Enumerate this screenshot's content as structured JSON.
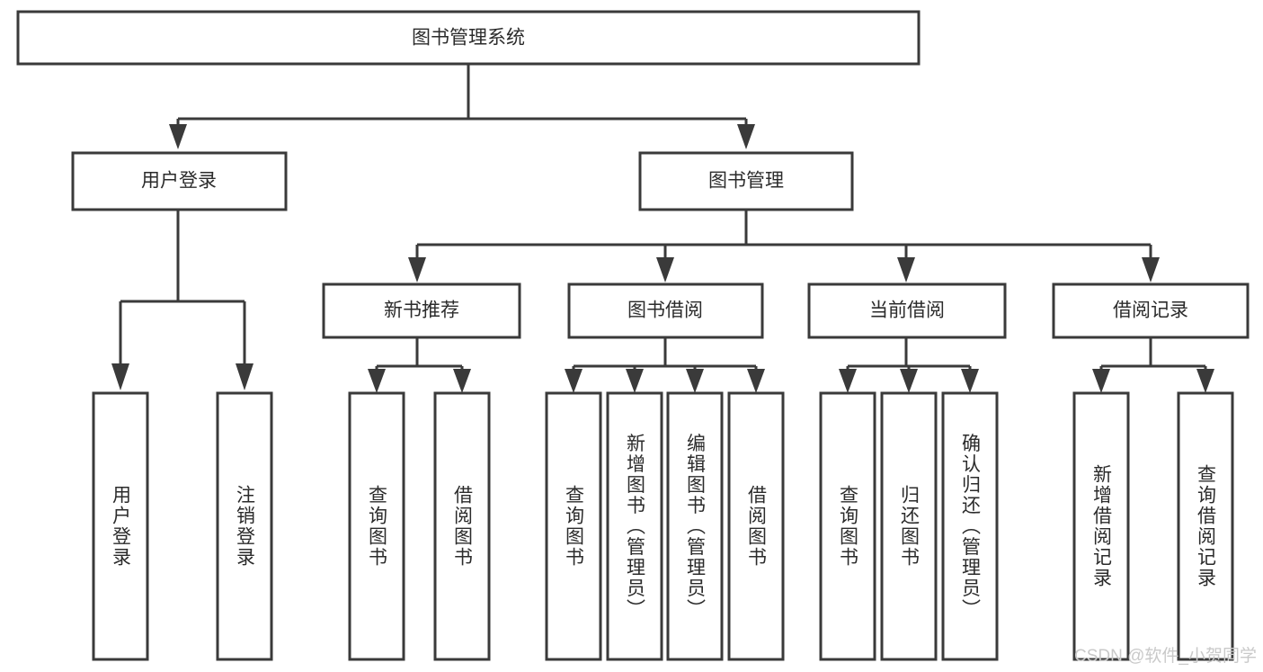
{
  "diagram": {
    "type": "hierarchy-tree",
    "title": "图书管理系统",
    "root": {
      "label": "图书管理系统",
      "level": 0
    },
    "level1": [
      {
        "label": "用户登录"
      },
      {
        "label": "图书管理"
      }
    ],
    "level2": [
      {
        "label": "新书推荐",
        "parent": "图书管理"
      },
      {
        "label": "图书借阅",
        "parent": "图书管理"
      },
      {
        "label": "当前借阅",
        "parent": "图书管理"
      },
      {
        "label": "借阅记录",
        "parent": "图书管理"
      }
    ],
    "leaves": {
      "user_login": [
        {
          "label": "用户登录"
        },
        {
          "label": "注销登录"
        }
      ],
      "new_book_recommend": [
        {
          "label": "查询图书"
        },
        {
          "label": "借阅图书"
        }
      ],
      "book_borrow": [
        {
          "label": "查询图书"
        },
        {
          "label": "新增图书（管理员）"
        },
        {
          "label": "编辑图书（管理员）"
        },
        {
          "label": "借阅图书"
        }
      ],
      "current_borrow": [
        {
          "label": "查询图书"
        },
        {
          "label": "归还图书"
        },
        {
          "label": "确认归还（管理员）"
        }
      ],
      "borrow_record": [
        {
          "label": "新增借阅记录"
        },
        {
          "label": "查询借阅记录"
        }
      ]
    }
  },
  "watermark": {
    "text": "CSDN @软件_小贺同学"
  },
  "colors": {
    "background": "#ffffff",
    "stroke": "#3a3a3a",
    "box_fill": "#ffffff",
    "text": "#2b2b2b",
    "watermark": "#c9c9c9"
  }
}
